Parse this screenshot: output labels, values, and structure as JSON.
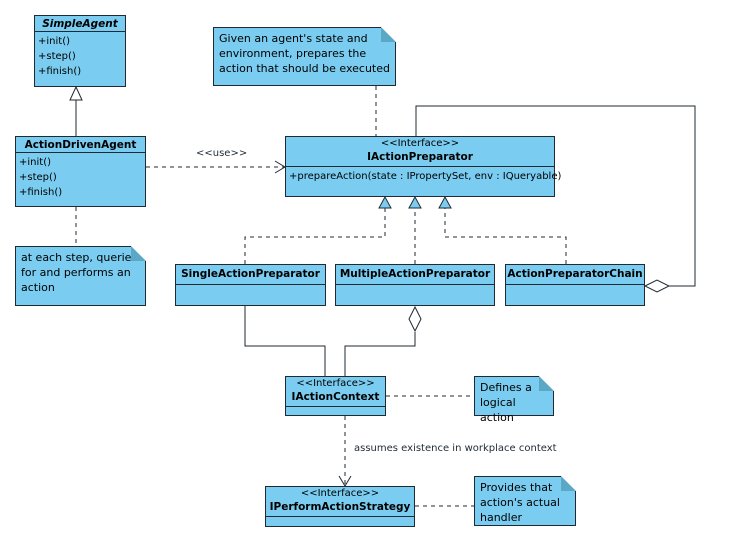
{
  "classes": {
    "simple_agent": {
      "name": "SimpleAgent",
      "operations": [
        "+init()",
        "+step()",
        "+finish()"
      ]
    },
    "action_driven_agent": {
      "name": "ActionDrivenAgent",
      "operations": [
        "+init()",
        "+step()",
        "+finish()"
      ]
    },
    "iaction_preparator": {
      "stereotype": "<<Interface>>",
      "name": "IActionPreparator",
      "operations": [
        "+prepareAction(state : IPropertySet, env : IQueryable)"
      ]
    },
    "single_action_preparator": {
      "name": "SingleActionPreparator"
    },
    "multiple_action_preparator": {
      "name": "MultipleActionPreparator"
    },
    "action_preparator_chain": {
      "name": "ActionPreparatorChain"
    },
    "iaction_context": {
      "stereotype": "<<Interface>>",
      "name": "IActionContext"
    },
    "iperform_action_strategy": {
      "stereotype": "<<Interface>>",
      "name": "IPerformActionStrategy"
    }
  },
  "notes": {
    "preparator_note": [
      "Given an agent's state and",
      "environment, prepares the",
      "action that should be executed"
    ],
    "agent_note": [
      "at each step, queries",
      "for and performs an",
      "action"
    ],
    "context_note": [
      "Defines a",
      "logical action"
    ],
    "strategy_note": [
      "Provides that",
      "action's actual",
      "handler"
    ]
  },
  "labels": {
    "use": "<<use>>",
    "assumes": "assumes existence in workplace context"
  },
  "colors": {
    "fill": "#7acdf1",
    "stroke": "#1f2a33"
  }
}
